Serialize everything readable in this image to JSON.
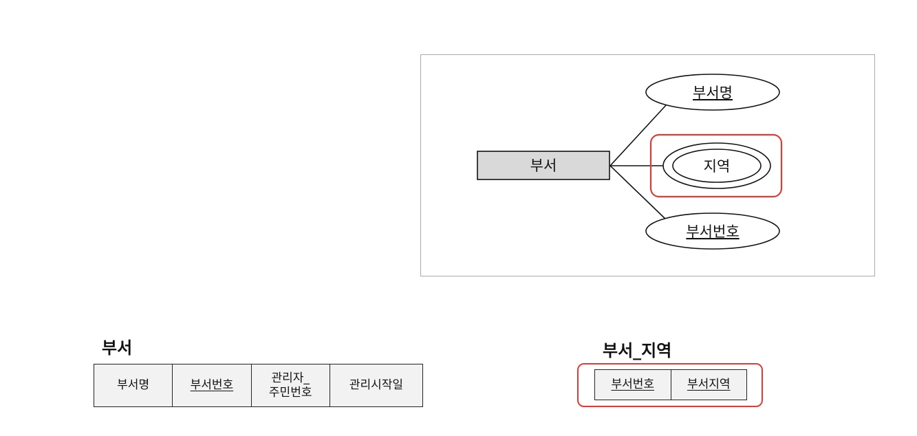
{
  "er_diagram": {
    "entity": "부서",
    "attributes": {
      "key_top": "부서명",
      "multivalued": "지역",
      "key_bottom": "부서번호"
    },
    "colors": {
      "highlight": "#e53935",
      "entity_fill": "#d9d9d9",
      "frame": "#a9a9a9"
    }
  },
  "dept_table": {
    "caption": "부서",
    "columns": [
      {
        "line1": "부서명",
        "line2": "",
        "primary_key": false
      },
      {
        "line1": "부서번호",
        "line2": "",
        "primary_key": true
      },
      {
        "line1": "관리자_",
        "line2": "주민번호",
        "primary_key": false
      },
      {
        "line1": "관리시작일",
        "line2": "",
        "primary_key": false
      }
    ]
  },
  "region_table": {
    "caption": "부서_지역",
    "columns": [
      {
        "line1": "부서번호",
        "primary_key": true
      },
      {
        "line1": "부서지역",
        "primary_key": true
      }
    ]
  }
}
